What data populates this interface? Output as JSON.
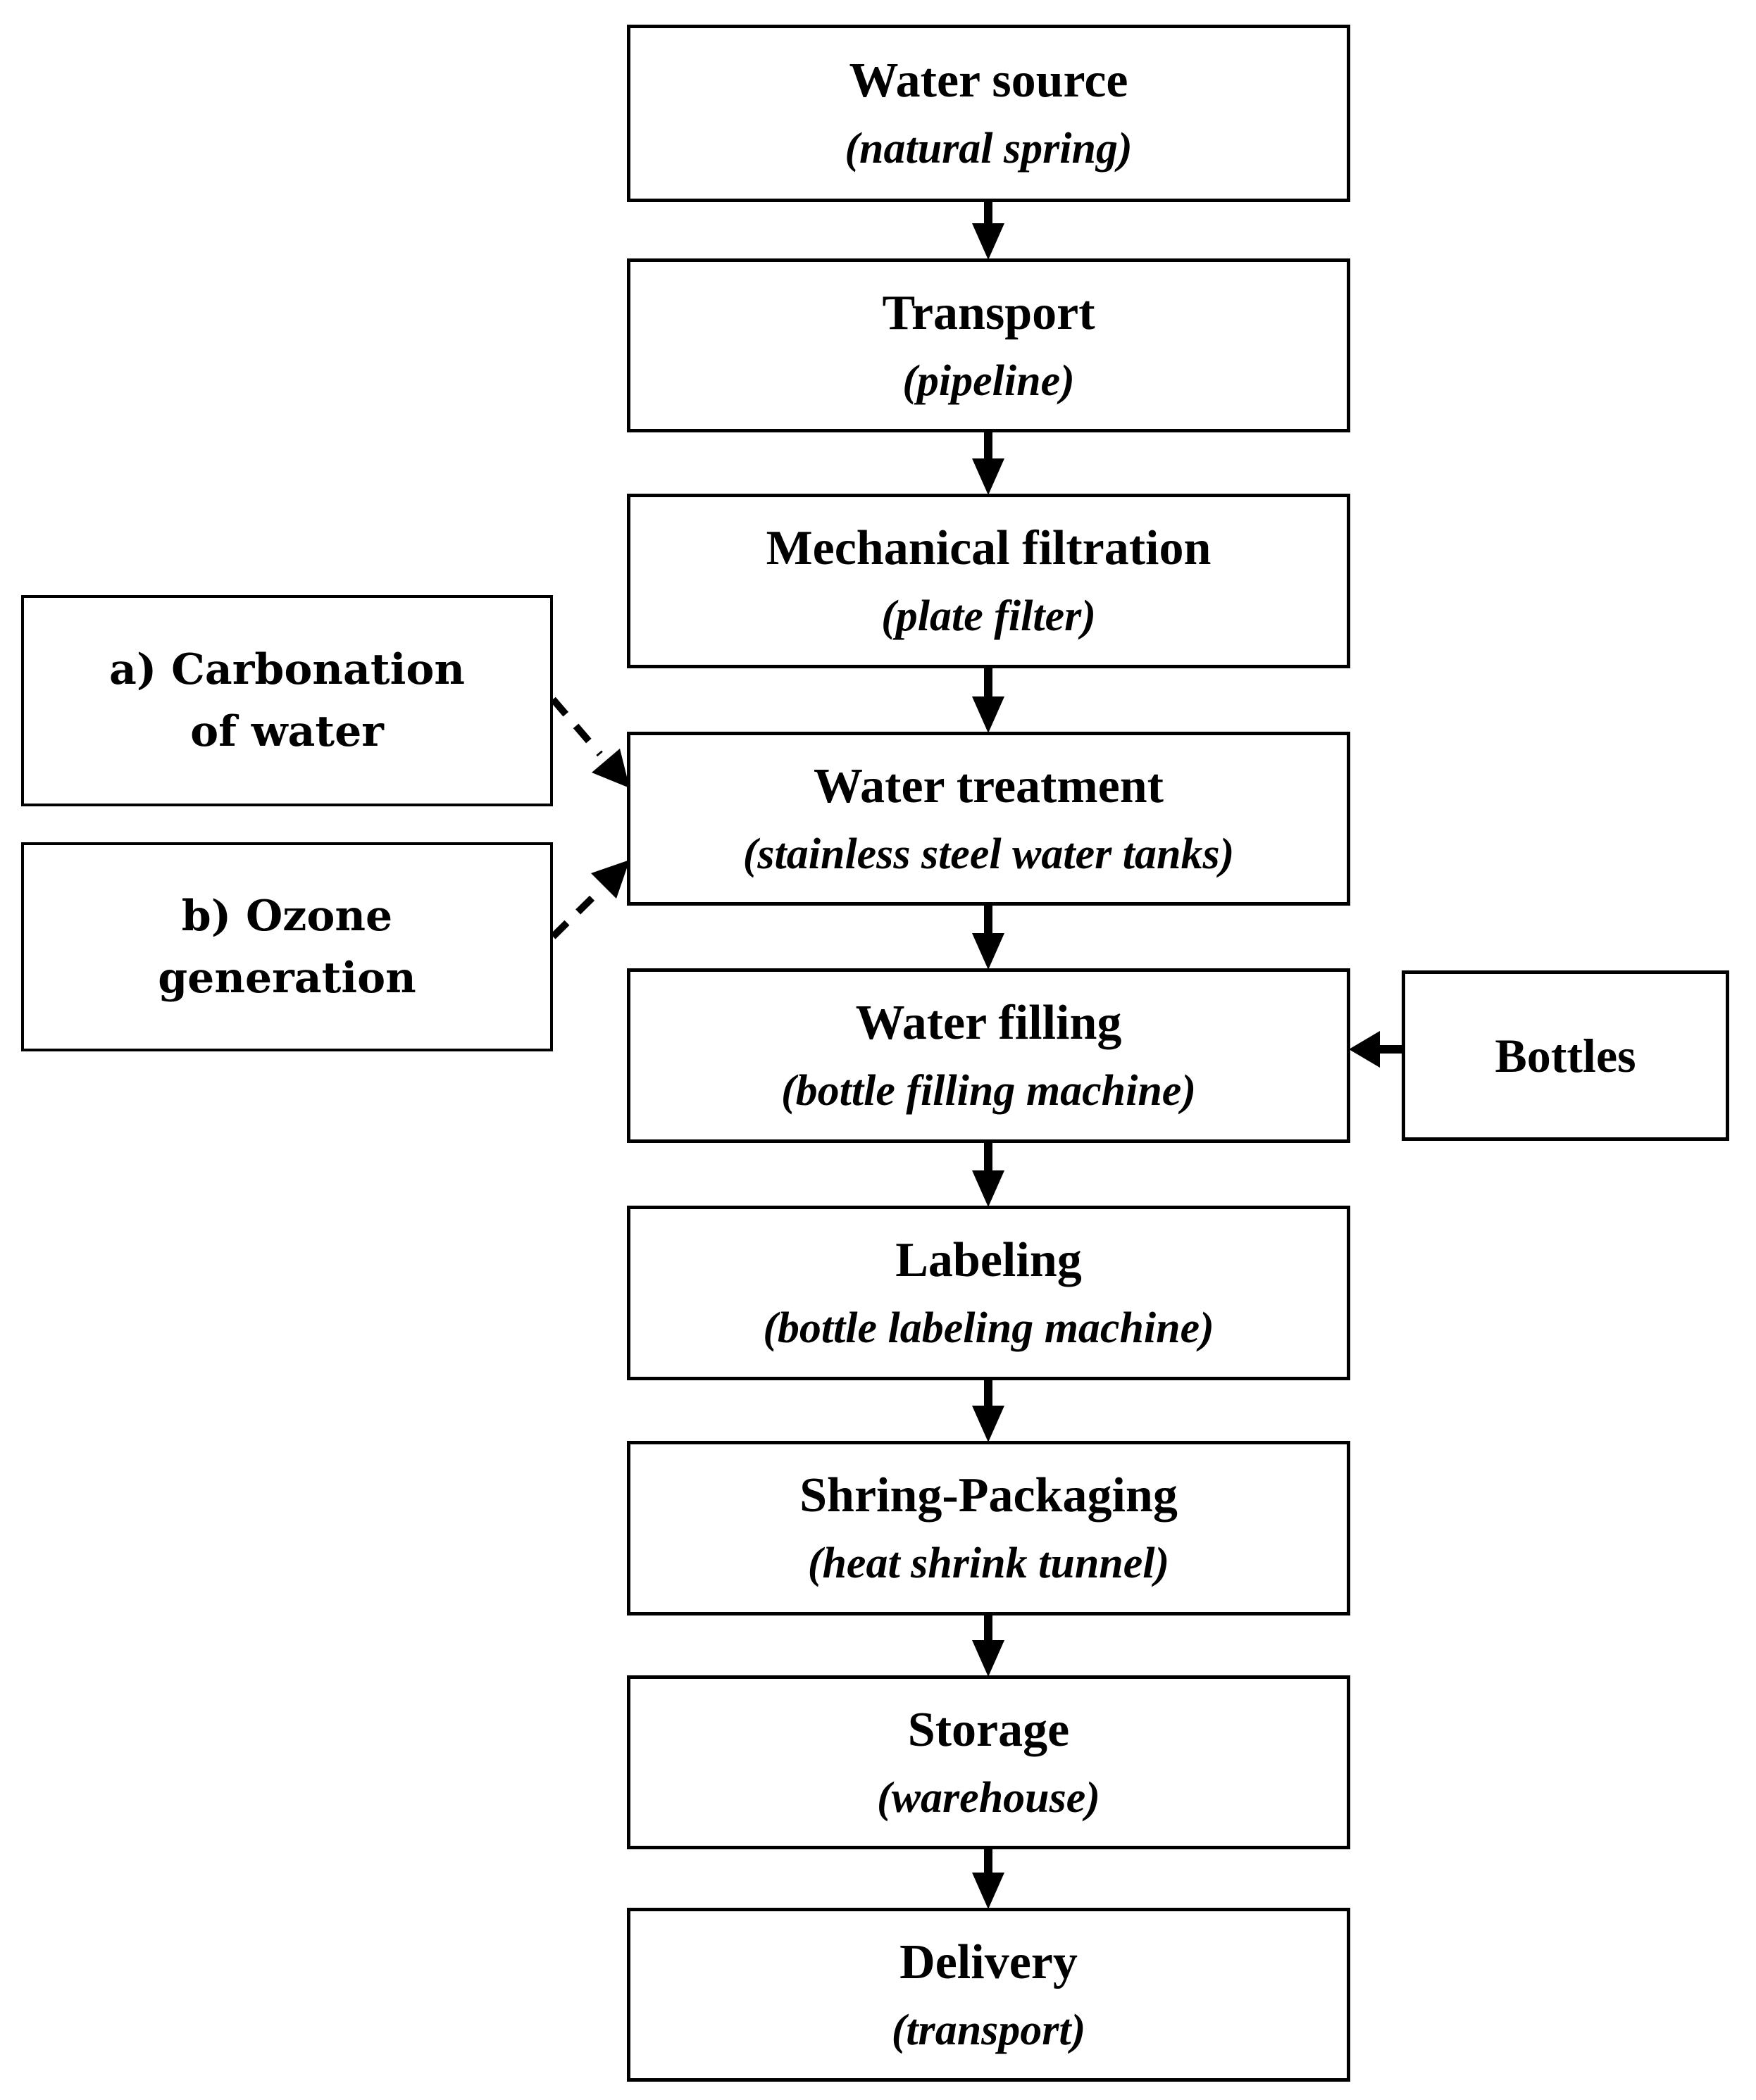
{
  "flow": {
    "steps": [
      {
        "title": "Water source",
        "subtitle": "(natural spring)"
      },
      {
        "title": "Transport",
        "subtitle": "(pipeline)"
      },
      {
        "title": "Mechanical filtration",
        "subtitle": "(plate filter)"
      },
      {
        "title": "Water treatment",
        "subtitle": "(stainless steel water tanks)"
      },
      {
        "title": "Water filling",
        "subtitle": "(bottle filling machine)"
      },
      {
        "title": "Labeling",
        "subtitle": "(bottle labeling machine)"
      },
      {
        "title": "Shring-Packaging",
        "subtitle": "(heat shrink tunnel)"
      },
      {
        "title": "Storage",
        "subtitle": "(warehouse)"
      },
      {
        "title": "Delivery",
        "subtitle": "(transport)"
      }
    ]
  },
  "inputs": {
    "carbonation": {
      "line1": "a) Carbonation",
      "line2": "of water",
      "connector": "dashed",
      "target": "Water treatment"
    },
    "ozone": {
      "line1": "b) Ozone",
      "line2": "generation",
      "connector": "dashed",
      "target": "Water treatment"
    },
    "bottles": {
      "label": "Bottles",
      "connector": "solid",
      "target": "Water filling"
    }
  },
  "colors": {
    "background": "#ffffff",
    "box_border": "#000000",
    "text": "#000000",
    "arrow": "#000000"
  }
}
